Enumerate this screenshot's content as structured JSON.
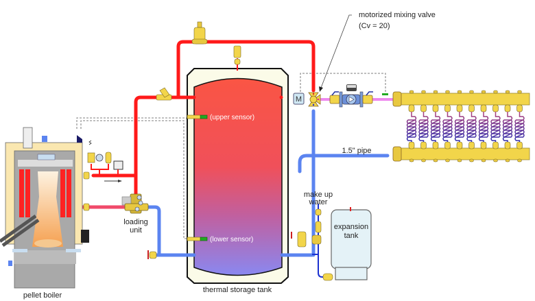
{
  "diagram": {
    "type": "hydronic schematic",
    "labels": {
      "mixing_valve_line1": "motorized mixing valve",
      "mixing_valve_line2": "(Cv = 20)",
      "motor": "M",
      "upper_sensor": "(upper sensor)",
      "lower_sensor": "(lower sensor)",
      "pipe_size": "1.5\" pipe",
      "loading_unit_line1": "loading",
      "loading_unit_line2": "unit",
      "make_up_line1": "make up",
      "make_up_line2": "water",
      "expansion_line1": "expansion",
      "expansion_line2": "tank",
      "storage_tank": "thermal storage tank",
      "boiler": "pellet boiler"
    },
    "manifold_circuits": 10,
    "colors": {
      "hot_pipe": "#ff1a1a",
      "warm_pipe": "#f04a6a",
      "cool_pipe": "#5b84f0",
      "mixed_pipe": "#ee88ee",
      "brass": "#f2d54a",
      "tank_top": "#fa5544",
      "tank_bottom": "#8a88f0",
      "jacket": "#fbfbe8",
      "boiler_insulation": "#fae7b0",
      "boiler_body": "#a9a9a9",
      "expansion_tank": "#e4f2f7"
    }
  }
}
